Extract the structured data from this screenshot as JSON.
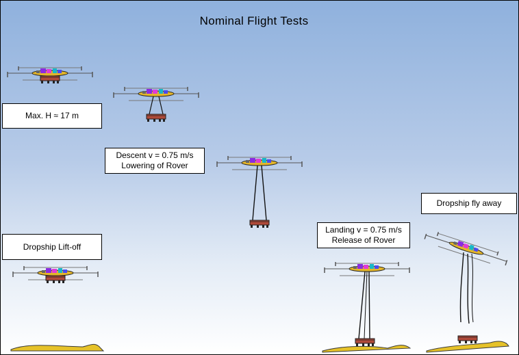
{
  "title": "Nominal Flight Tests",
  "labels": {
    "max_height": "Max. H ≈ 17 m",
    "descent_line1": "Descent v = 0.75 m/s",
    "descent_line2": "Lowering of Rover",
    "liftoff": "Dropship Lift-off",
    "landing_line1": "Landing v = 0.75 m/s",
    "landing_line2": "Release of Rover",
    "fly_away": "Dropship fly away"
  },
  "colors": {
    "sky_top": "#8fb1dd",
    "sky_bottom": "#ffffff",
    "ground": "#e6c229"
  }
}
